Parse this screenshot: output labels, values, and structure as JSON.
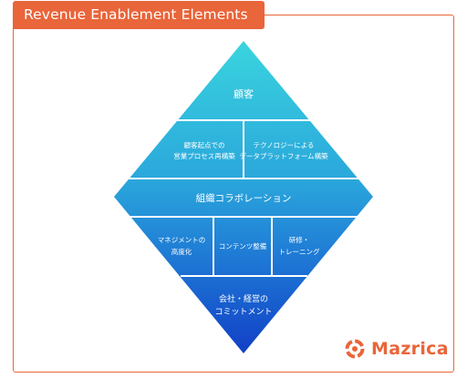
{
  "header": {
    "title": "Revenue Enablement Elements"
  },
  "diagram": {
    "top": "顧客",
    "row2_left": [
      "顧客起点での",
      "営業プロセス再構築"
    ],
    "row2_right": [
      "テクノロジーによる",
      "データプラットフォーム構築"
    ],
    "middle": "組織コラボレーション",
    "row4_left": [
      "マネジメントの",
      "高度化"
    ],
    "row4_center": "コンテンツ整備",
    "row4_right": [
      "研修・",
      "トレーニング"
    ],
    "bottom": [
      "会社・経営の",
      "コミットメント"
    ]
  },
  "brand": {
    "name": "Mazrica",
    "icon": "mazrica-logo-icon"
  },
  "colors": {
    "accent": "#e9653a",
    "top": "#38d0dc",
    "bottom": "#1442c4"
  }
}
